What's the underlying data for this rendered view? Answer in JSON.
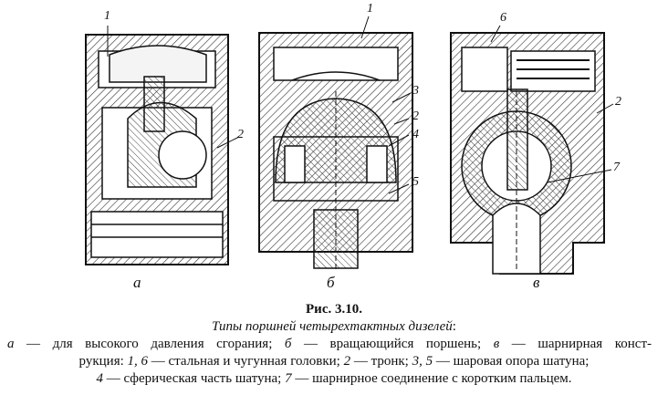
{
  "panels": {
    "a": {
      "label": "а",
      "callouts": [
        "1",
        "2"
      ]
    },
    "b": {
      "label": "б",
      "callouts": [
        "1",
        "3",
        "2",
        "4",
        "5"
      ]
    },
    "c": {
      "label": "в",
      "callouts": [
        "6",
        "2",
        "7"
      ]
    }
  },
  "caption": {
    "title": "Рис. 3.10.",
    "subtitle": "Типы поршней четырехтактных дизелей",
    "subtitle_colon": ":",
    "line1": {
      "a_key": "а",
      "a_text": " — для высокого давления сгорания; ",
      "b_key": "б",
      "b_text": " — вращающийся поршень; ",
      "c_key": "в",
      "c_text": " — шарнирная конст-"
    },
    "line2": {
      "start": "рукция: ",
      "k16": "1, 6",
      "t16": " — стальная и чугунная головки; ",
      "k2": "2",
      "t2": " — тронк; ",
      "k35": "3, 5",
      "t35": " — шаровая опора шатуна;"
    },
    "line3": {
      "k4": "4",
      "t4": " — сферическая часть шатуна; ",
      "k7": "7",
      "t7": " — шарнирное соединение с коротким пальцем."
    }
  }
}
